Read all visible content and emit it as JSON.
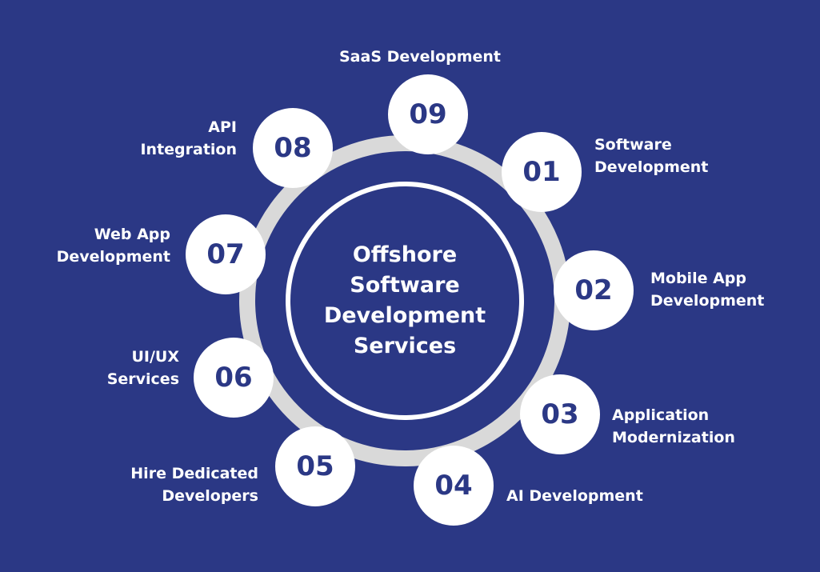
{
  "title": "Offshore Software Development Services",
  "colors": {
    "background": "#2b3885",
    "ring": "#d9d9d9",
    "circle": "#ffffff"
  },
  "items": [
    {
      "number": "01",
      "label": "Software\nDevelopment"
    },
    {
      "number": "02",
      "label": "Mobile App\nDevelopment"
    },
    {
      "number": "03",
      "label": "Application\nModernization"
    },
    {
      "number": "04",
      "label": "AI Development"
    },
    {
      "number": "05",
      "label": "Hire Dedicated\nDevelopers"
    },
    {
      "number": "06",
      "label": "UI/UX\nServices"
    },
    {
      "number": "07",
      "label": "Web App\nDevelopment"
    },
    {
      "number": "08",
      "label": "API\nIntegration"
    },
    {
      "number": "09",
      "label": "SaaS Development"
    }
  ]
}
